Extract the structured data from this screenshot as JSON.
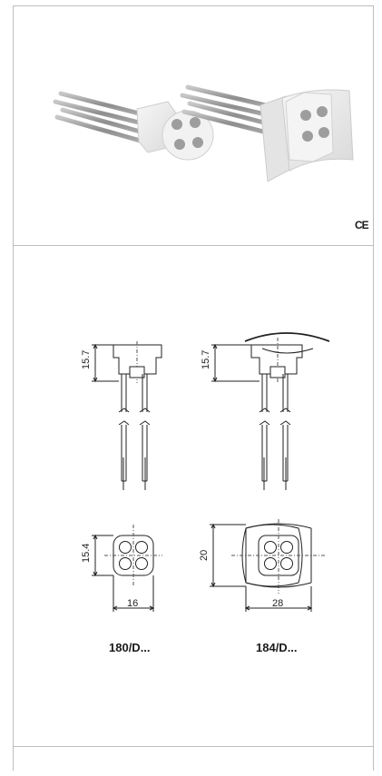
{
  "certification": {
    "mark": "CE"
  },
  "products": [
    {
      "model": "180/D...",
      "dimensions": {
        "side_height": "15.7",
        "front_height": "15.4",
        "front_width": "16"
      }
    },
    {
      "model": "184/D...",
      "dimensions": {
        "side_height": "15.7",
        "front_height": "20",
        "front_width": "28"
      }
    }
  ],
  "colors": {
    "border": "#bdbdbd",
    "line": "#222222",
    "housing": "#ededed",
    "pins": "#9a9a9a"
  }
}
